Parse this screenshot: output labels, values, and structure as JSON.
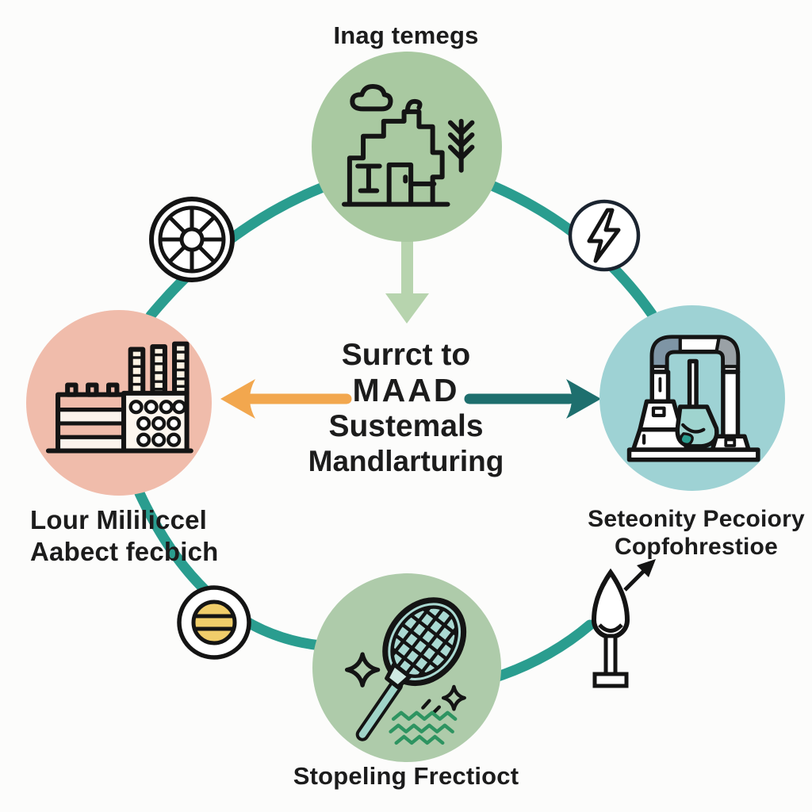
{
  "diagram": {
    "top_label": "Inag temegs",
    "left_label_line1": "Lour Mililiccel",
    "left_label_line2": "Aabect fecbich",
    "right_label_line1": "Seteonity Pecoiory",
    "right_label_line2": "Copfohrestioe",
    "bottom_label": "Stopeling Frectioct",
    "center_text": {
      "line1": "Surrct to",
      "line2": "MAAD",
      "line3": "Sustemals",
      "line4": "Mandlarturing"
    },
    "icons": {
      "top_node": "factory-building-icon",
      "left_node": "factory-chimneys-icon",
      "right_node": "industrial-machine-icon",
      "bottom_node": "tennis-racket-icon",
      "arc_top_left": "wheel-icon",
      "arc_top_right": "lightning-icon",
      "arc_bottom_left": "striped-circle-icon",
      "arc_bottom_right": "droplet-glass-icon"
    },
    "colors": {
      "node_top": "#a9c9a1",
      "node_left": "#f0bcab",
      "node_right": "#9ed2d4",
      "node_bottom": "#aecbaa",
      "arc": "#2a9d8f",
      "arrow_down": "#b7d4ae",
      "arrow_left": "#f2a74e",
      "arrow_right": "#1e6f6e",
      "badge_yellow": "#f0cd6a",
      "liquid_teal": "#9fd4cf",
      "wave_green": "#2e9461",
      "text": "#1c1c1c"
    }
  }
}
